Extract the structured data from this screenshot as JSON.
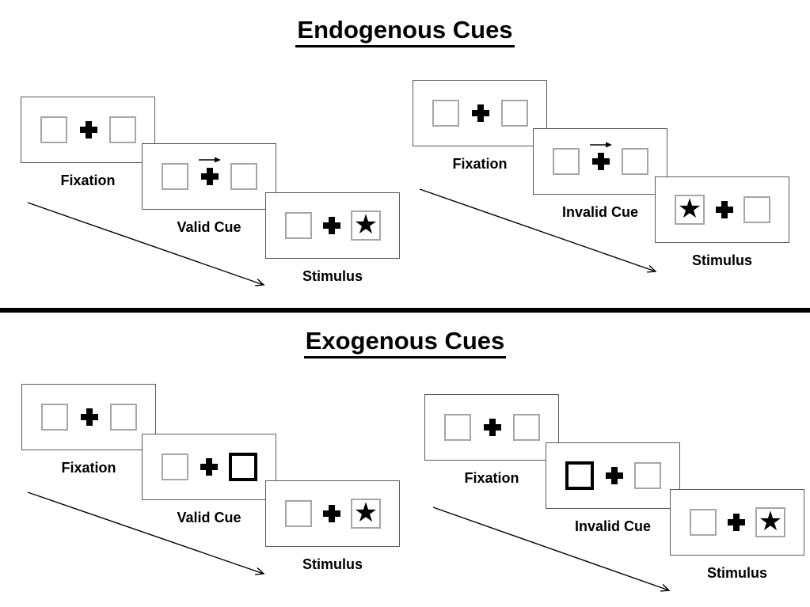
{
  "icons": {
    "fixation_cross": "+",
    "cue_right_arrow": "→",
    "target_star": "★"
  },
  "colors": {
    "background": "#ffffff",
    "ink": "#000000",
    "panel_border": "#595959",
    "placeholder_box_border": "#a6a6a6",
    "bold_cue_box_border": "#000000",
    "divider": "#000000"
  },
  "sections": [
    {
      "title": "Endogenous Cues",
      "groups": [
        {
          "name": "valid-trial-sequence",
          "panels": [
            {
              "label": "Fixation",
              "left_box": "empty",
              "center": "cross",
              "right_box": "empty"
            },
            {
              "label": "Valid Cue",
              "left_box": "empty",
              "center": "cross_with_right_arrow",
              "right_box": "empty"
            },
            {
              "label": "Stimulus",
              "left_box": "empty",
              "center": "cross",
              "right_box": "star"
            }
          ]
        },
        {
          "name": "invalid-trial-sequence",
          "panels": [
            {
              "label": "Fixation",
              "left_box": "empty",
              "center": "cross",
              "right_box": "empty"
            },
            {
              "label": "Invalid Cue",
              "left_box": "empty",
              "center": "cross_with_right_arrow",
              "right_box": "empty"
            },
            {
              "label": "Stimulus",
              "left_box": "star",
              "center": "cross",
              "right_box": "empty"
            }
          ]
        }
      ]
    },
    {
      "title": "Exogenous Cues",
      "groups": [
        {
          "name": "valid-trial-sequence",
          "panels": [
            {
              "label": "Fixation",
              "left_box": "empty",
              "center": "cross",
              "right_box": "empty"
            },
            {
              "label": "Valid Cue",
              "left_box": "empty",
              "center": "cross",
              "right_box": "bold"
            },
            {
              "label": "Stimulus",
              "left_box": "empty",
              "center": "cross",
              "right_box": "star"
            }
          ]
        },
        {
          "name": "invalid-trial-sequence",
          "panels": [
            {
              "label": "Fixation",
              "left_box": "empty",
              "center": "cross",
              "right_box": "empty"
            },
            {
              "label": "Invalid Cue",
              "left_box": "bold",
              "center": "cross",
              "right_box": "empty"
            },
            {
              "label": "Stimulus",
              "left_box": "empty",
              "center": "cross",
              "right_box": "star"
            }
          ]
        }
      ]
    }
  ]
}
